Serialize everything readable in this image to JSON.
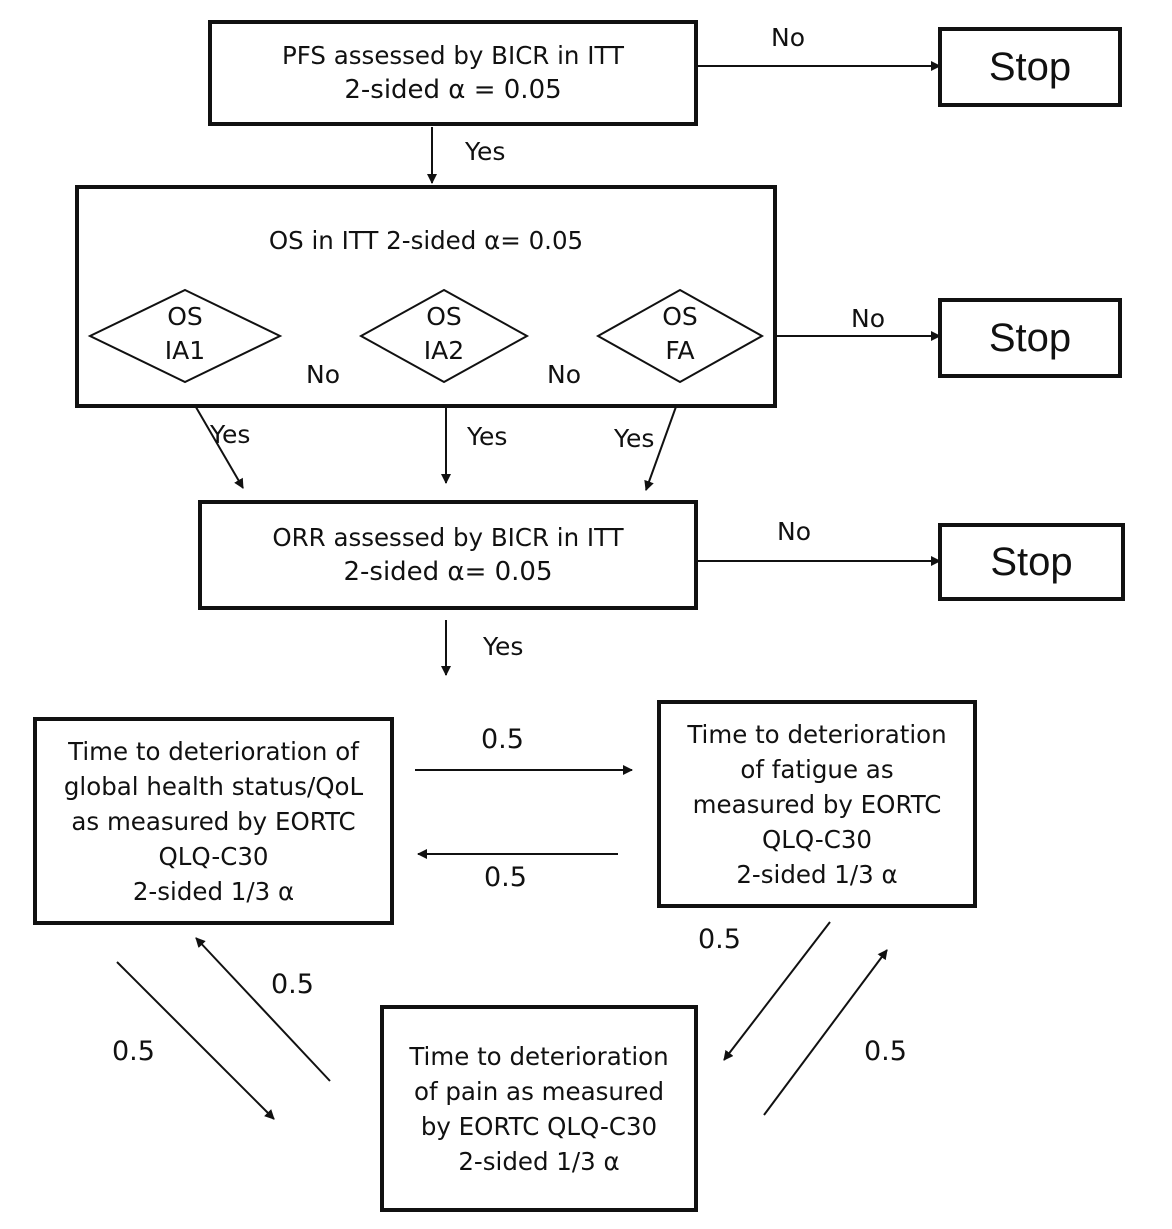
{
  "pfs": {
    "line1": "PFS assessed by BICR in ITT",
    "line2": "2-sided α = 0.05"
  },
  "os": {
    "title": "OS in  ITT 2-sided α= 0.05",
    "ia1": {
      "line1": "OS",
      "line2": "IA1"
    },
    "ia2": {
      "line1": "OS",
      "line2": "IA2"
    },
    "fa": {
      "line1": "OS",
      "line2": "FA"
    }
  },
  "orr": {
    "line1": "ORR assessed by BICR in ITT",
    "line2": "2-sided α= 0.05"
  },
  "stop_label": "Stop",
  "labels": {
    "yes": "Yes",
    "no": "No"
  },
  "ghs": {
    "lines": [
      "Time to deterioration of",
      "global health status/QoL",
      "as measured by EORTC",
      "QLQ-C30",
      "2-sided 1/3 α"
    ]
  },
  "fatigue": {
    "lines": [
      "Time to deterioration",
      "of fatigue as",
      "measured by EORTC",
      "QLQ-C30",
      "2-sided  1/3 α"
    ]
  },
  "pain": {
    "lines": [
      "Time to deterioration",
      "of pain as measured",
      "by EORTC QLQ-C30",
      "2-sided 1/3 α"
    ]
  },
  "weights": {
    "ghs_to_fatigue": "0.5",
    "fatigue_to_ghs": "0.5",
    "fatigue_to_pain": "0.5",
    "pain_to_fatigue": "0.5",
    "pain_to_ghs": "0.5",
    "ghs_to_pain": "0.5"
  }
}
